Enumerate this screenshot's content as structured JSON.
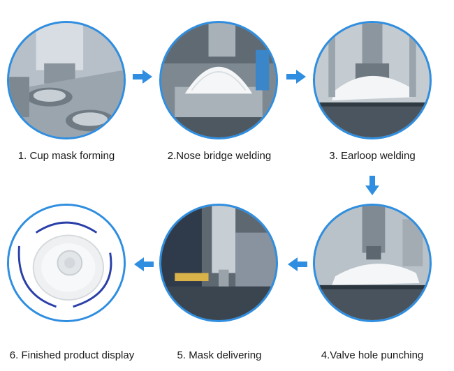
{
  "steps": [
    {
      "label": "1. Cup mask forming"
    },
    {
      "label": "2.Nose bridge welding"
    },
    {
      "label": "3. Earloop welding"
    },
    {
      "label": "4.Valve hole punching"
    },
    {
      "label": "5. Mask delivering"
    },
    {
      "label": "6. Finished product display"
    }
  ],
  "colors": {
    "accent": "#2f8ee0",
    "arrow": "#2f8ee0"
  }
}
